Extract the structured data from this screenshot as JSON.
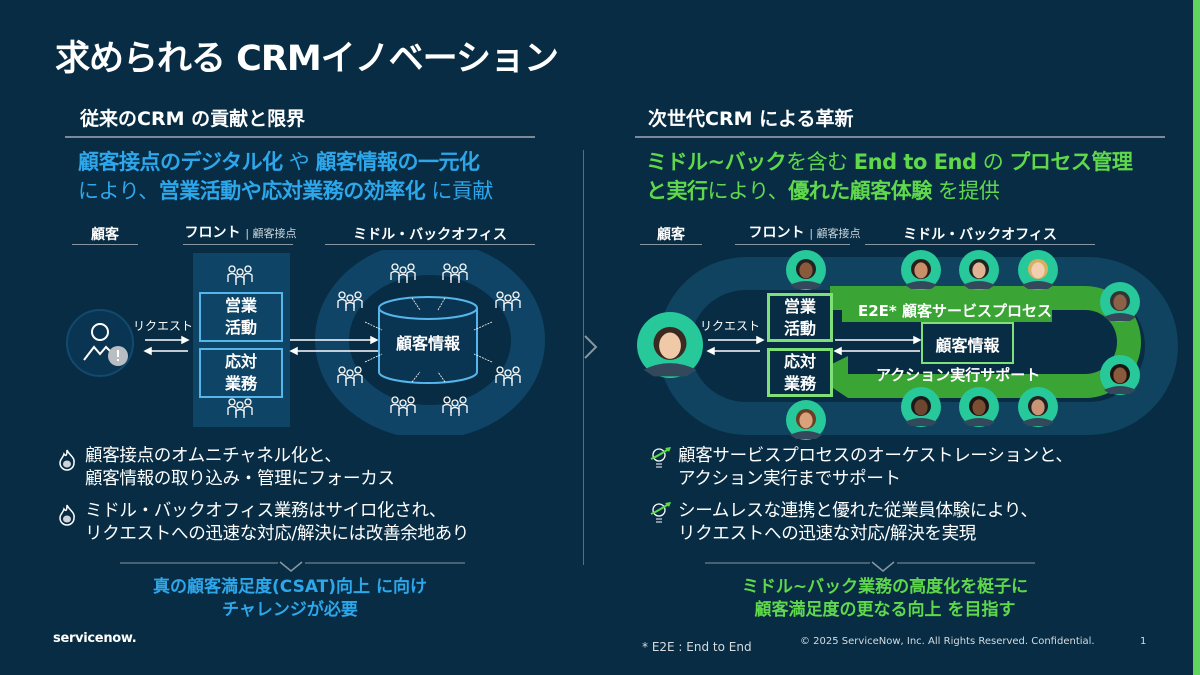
{
  "title": "求められる CRMイノベーション",
  "colors": {
    "background": "#072c43",
    "blue_accent": "#2ea6ea",
    "green_accent": "#5fd84b"
  },
  "left": {
    "heading": "従来のCRM の貢献と限界",
    "headline": {
      "l1a": "顧客接点のデジタル化",
      "l1b": " や ",
      "l1c": "顧客情報の一元化",
      "l2a": "により、",
      "l2b": "営業活動や応対業務の効率化",
      "l2c": " に貢献"
    },
    "columns": {
      "customer": "顧客",
      "front": "フロント",
      "front_sub": "顧客接点",
      "back": "ミドル・バックオフィス"
    },
    "request": "リクエスト",
    "box1": [
      "営業",
      "活動"
    ],
    "box2": [
      "応対",
      "業務"
    ],
    "db": "顧客情報",
    "bullets": [
      {
        "icon": "flame-icon",
        "l1": "顧客接点のオムニチャネル化と、",
        "l2": "顧客情報の取り込み・管理にフォーカス"
      },
      {
        "icon": "flame-icon",
        "l1": "ミドル・バックオフィス業務はサイロ化され、",
        "l2": "リクエストへの迅速な対応/解決には改善余地あり"
      }
    ],
    "conclusion": {
      "l1": "真の顧客満足度(CSAT)向上 に向け",
      "l2": "チャレンジが必要"
    }
  },
  "right": {
    "heading": "次世代CRM による革新",
    "headline": {
      "l1a": "ミドル~バック",
      "l1b": "を含む ",
      "l1c": "End to End",
      "l1d": " の ",
      "l1e": "プロセス管理",
      "l2a": "と実行",
      "l2b": "により、",
      "l2c": "優れた顧客体験",
      "l2d": " を提供"
    },
    "columns": {
      "customer": "顧客",
      "front": "フロント",
      "front_sub": "顧客接点",
      "back": "ミドル・バックオフィス"
    },
    "request": "リクエスト",
    "box1": [
      "営業",
      "活動"
    ],
    "box2": [
      "応対",
      "業務"
    ],
    "process": "E2E* 顧客サービスプロセス",
    "db": "顧客情報",
    "action": "アクション実行サポート",
    "bullets": [
      {
        "icon": "lightbulb-icon",
        "l1": "顧客サービスプロセスのオーケストレーションと、",
        "l2": "アクション実行までサポート"
      },
      {
        "icon": "lightbulb-icon",
        "l1": "シームレスな連携と優れた従業員体験により、",
        "l2": "リクエストへの迅速な対応/解決を実現"
      }
    ],
    "conclusion": {
      "l1": "ミドル~バック業務の高度化を梃子に",
      "l2": "顧客満足度の更なる向上 を目指す"
    }
  },
  "footer": {
    "logo": "servicenow.",
    "footnote": "* E2E : End to End",
    "copyright": "© 2025 ServiceNow, Inc. All Rights Reserved. Confidential.",
    "page": "1"
  }
}
